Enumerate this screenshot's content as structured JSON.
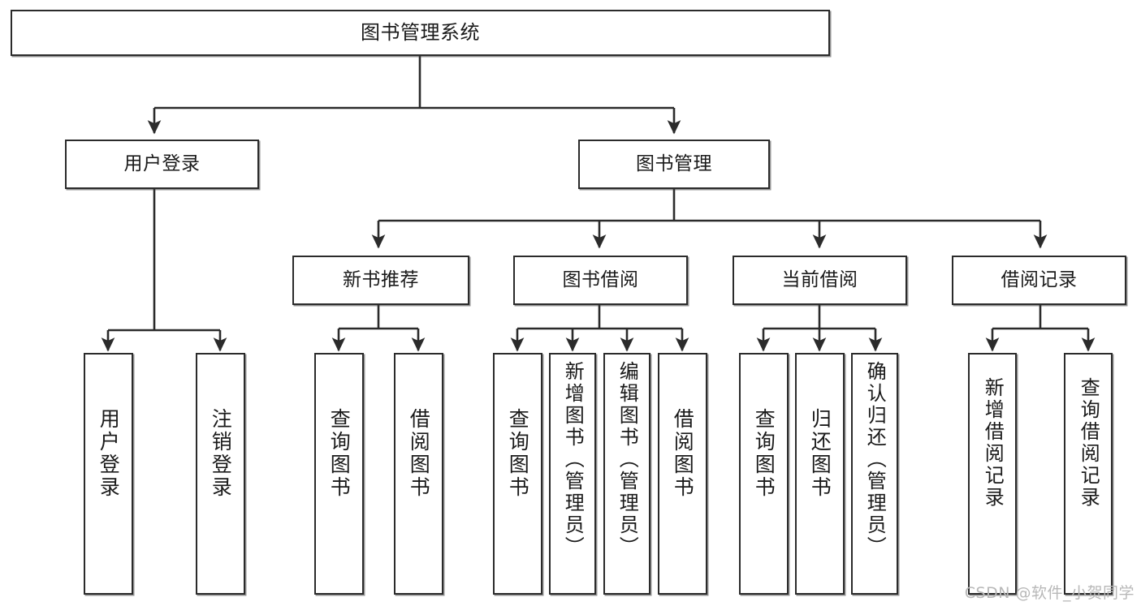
{
  "diagram": {
    "type": "tree",
    "title": "图书管理系统",
    "orientation": "top-down",
    "colors": {
      "background": "#ffffff",
      "node_border": "#2b2b2b",
      "node_fill": "#ffffff",
      "edge": "#2b2b2b",
      "text": "#1a1a1a",
      "watermark": "#b8b8b8"
    }
  },
  "root": {
    "label": "图书管理系统"
  },
  "level1": [
    {
      "id": "user-login",
      "label": "用户登录"
    },
    {
      "id": "book-manage",
      "label": "图书管理"
    }
  ],
  "level2": [
    {
      "id": "new-book-recommend",
      "label": "新书推荐"
    },
    {
      "id": "book-borrow",
      "label": "图书借阅"
    },
    {
      "id": "current-borrow",
      "label": "当前借阅"
    },
    {
      "id": "borrow-record",
      "label": "借阅记录"
    }
  ],
  "leaves": {
    "user_login": [
      {
        "id": "leaf-user-login",
        "label": "用户登录"
      },
      {
        "id": "leaf-logout",
        "label": "注销登录"
      }
    ],
    "new_book_recommend": [
      {
        "id": "leaf-query-book-1",
        "label": "查询图书"
      },
      {
        "id": "leaf-borrow-book-1",
        "label": "借阅图书"
      }
    ],
    "book_borrow": [
      {
        "id": "leaf-query-book-2",
        "label": "查询图书"
      },
      {
        "id": "leaf-add-book",
        "label": "新增图书（管理员）"
      },
      {
        "id": "leaf-edit-book",
        "label": "编辑图书（管理员）"
      },
      {
        "id": "leaf-borrow-book-2",
        "label": "借阅图书"
      }
    ],
    "current_borrow": [
      {
        "id": "leaf-query-book-3",
        "label": "查询图书"
      },
      {
        "id": "leaf-return-book",
        "label": "归还图书"
      },
      {
        "id": "leaf-confirm-return",
        "label": "确认归还（管理员）"
      }
    ],
    "borrow_record": [
      {
        "id": "leaf-add-record",
        "label": "新增借阅记录"
      },
      {
        "id": "leaf-query-record",
        "label": "查询借阅记录"
      }
    ]
  },
  "watermark": {
    "text": "CSDN @软件_小贺同学"
  }
}
